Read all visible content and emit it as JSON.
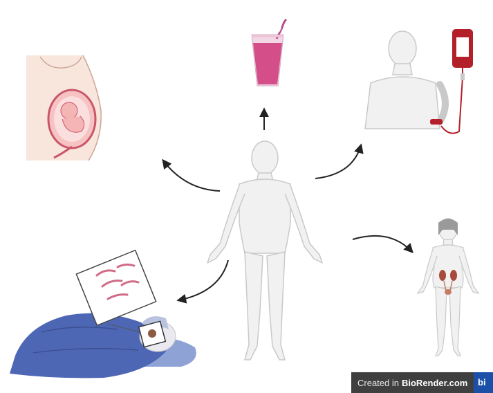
{
  "watermark": {
    "prefix": "Created in",
    "brand": "BioRender.com",
    "logo": "bi"
  },
  "colors": {
    "body_fill": "#f1f1f1",
    "body_stroke": "#c9c9c9",
    "arrow": "#222222",
    "smoothie": "#d44f8a",
    "straw": "#b54e8e",
    "blood": "#b3202a",
    "blanket": "#4e67b5",
    "pillow": "#8fa2d6",
    "belly_skin": "#f8e6dd",
    "uterus": "#c9566a",
    "kidney": "#a64a3c"
  },
  "icons": [
    "pregnancy-icon",
    "smoothie-glass-icon",
    "blood-transfusion-icon",
    "central-human-body-icon",
    "female-body-kidneys-icon",
    "sleeping-person-icon",
    "cell-magnification-icon"
  ]
}
